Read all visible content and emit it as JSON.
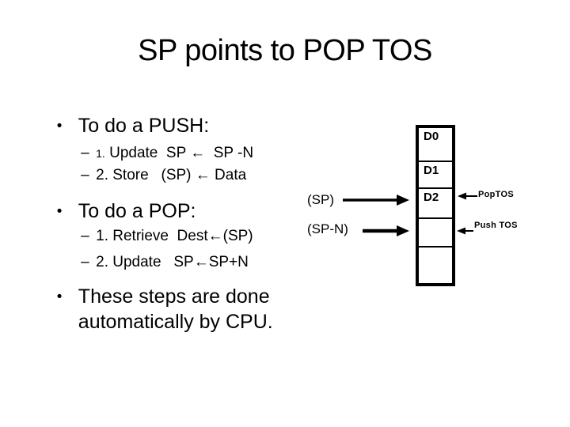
{
  "slide": {
    "title": "SP points to POP TOS",
    "bullet_char": "•",
    "dash_char": "–",
    "push": {
      "header": "To do a PUSH:",
      "step1_num": "1.",
      "step1_text": " Update  SP ←  SP -N",
      "step2_text": "2. Store   (SP) ← Data"
    },
    "pop": {
      "header": "To do a POP:",
      "step1_text": "1. Retrieve  Dest←(SP)",
      "step2_text": "2. Update   SP←SP+N"
    },
    "closing": {
      "line1": "These steps are done",
      "line2": "automatically by CPU."
    }
  },
  "diagram": {
    "cells": [
      {
        "label": "D0"
      },
      {
        "label": "D1"
      },
      {
        "label": "D2"
      },
      {
        "label": ""
      },
      {
        "label": ""
      }
    ],
    "sp_label": "(SP)",
    "sp_n_label": "(SP-N)",
    "pop_tos_label": "PopTOS",
    "push_tos_label": "Push TOS"
  },
  "colors": {
    "background": "#ffffff",
    "text": "#000000"
  }
}
